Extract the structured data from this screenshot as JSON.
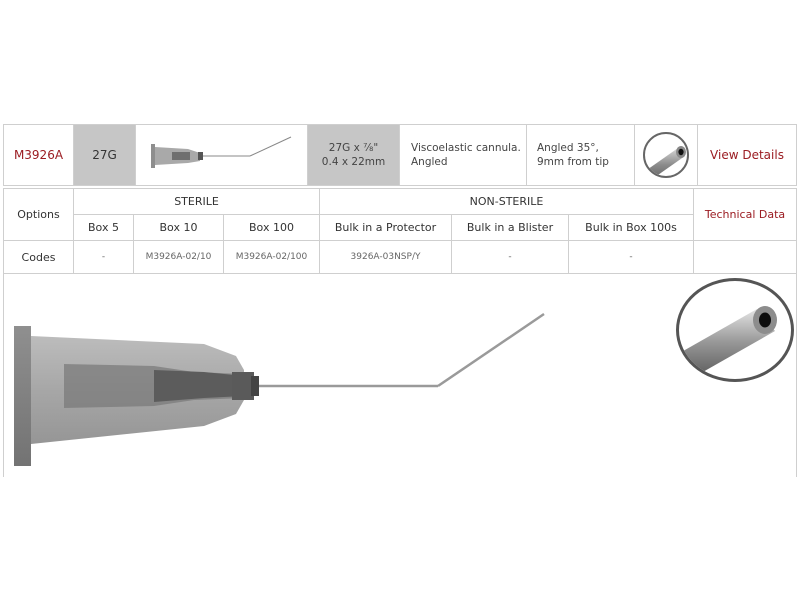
{
  "product": {
    "code": "M3926A",
    "gauge": "27G",
    "size_line1": "27G x ⅞\"",
    "size_line2": "0.4 x 22mm",
    "desc_line1": "Viscoelastic cannula.",
    "desc_line2": "Angled",
    "angle_line1": "Angled 35°,",
    "angle_line2": "9mm from tip",
    "view_details": "View Details"
  },
  "images": {
    "thumbnail": "angled-cannula-thumbnail-image",
    "tip_thumbnail": "cannula-tip-closeup-image",
    "main": "angled-cannula-large-image",
    "main_tip": "cannula-tip-large-closeup-image"
  },
  "table": {
    "options_label": "Options",
    "codes_label": "Codes",
    "sterile_label": "STERILE",
    "non_sterile_label": "NON-STERILE",
    "technical_data": "Technical Data",
    "packs": [
      "Box 5",
      "Box 10",
      "Box 100",
      "Bulk in a Protector",
      "Bulk in a Blister",
      "Bulk in Box 100s"
    ],
    "codes": [
      "-",
      "M3926A-02/10",
      "M3926A-02/100",
      "3926A-03NSP/Y",
      "-",
      "-"
    ]
  },
  "colors": {
    "accent": "#9b1c22",
    "cell_gray": "#c6c6c6",
    "border": "#cfcfcf"
  }
}
